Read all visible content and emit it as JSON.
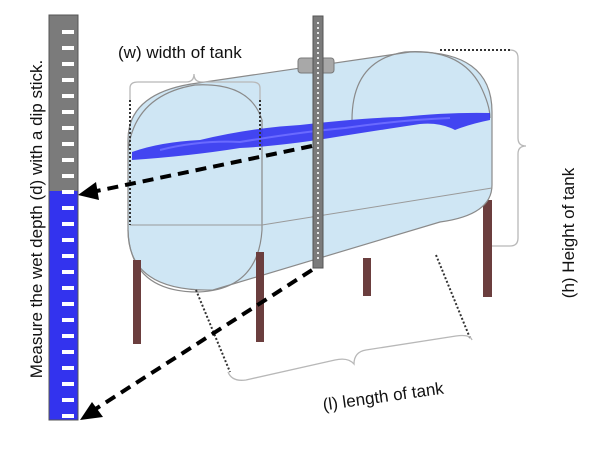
{
  "labels": {
    "width": "(w) width of tank",
    "height": "(h) Height of tank",
    "length": "(l) length of tank",
    "dipstick": "Measure the wet depth (d) with a dip stick."
  },
  "colors": {
    "tank_fill": "#cfe6f4",
    "tank_stroke": "#8a8a8a",
    "water": "#2f2ff0",
    "stick_dry": "#7b7b7b",
    "stick_wet": "#3333ee",
    "legs": "#6b3e3e"
  }
}
